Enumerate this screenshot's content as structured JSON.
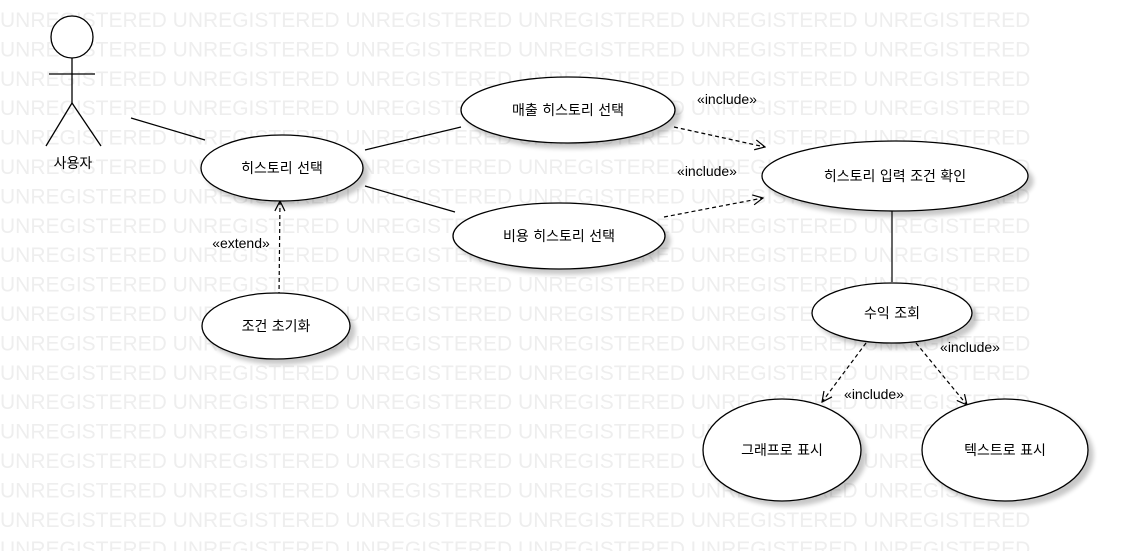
{
  "watermark": {
    "text": "UNREGISTERED UNREGISTERED UNREGISTERED UNREGISTERED UNREGISTERED UNREGISTERED",
    "color": "#eeeeee"
  },
  "actor": {
    "label": "사용자"
  },
  "use_cases": {
    "history_select": "히스토리 선택",
    "sales_history_select": "매출 히스토리 선택",
    "cost_history_select": "비용 히스토리 선택",
    "condition_reset": "조건 초기화",
    "history_input_check": "히스토리 입력 조건 확인",
    "profit_query": "수익 조회",
    "graph_display": "그래프로 표시",
    "text_display": "텍스트로 표시"
  },
  "stereotypes": {
    "include_sales": "«include»",
    "include_cost": "«include»",
    "extend_reset": "«extend»",
    "include_graph": "«include»",
    "include_text": "«include»"
  }
}
